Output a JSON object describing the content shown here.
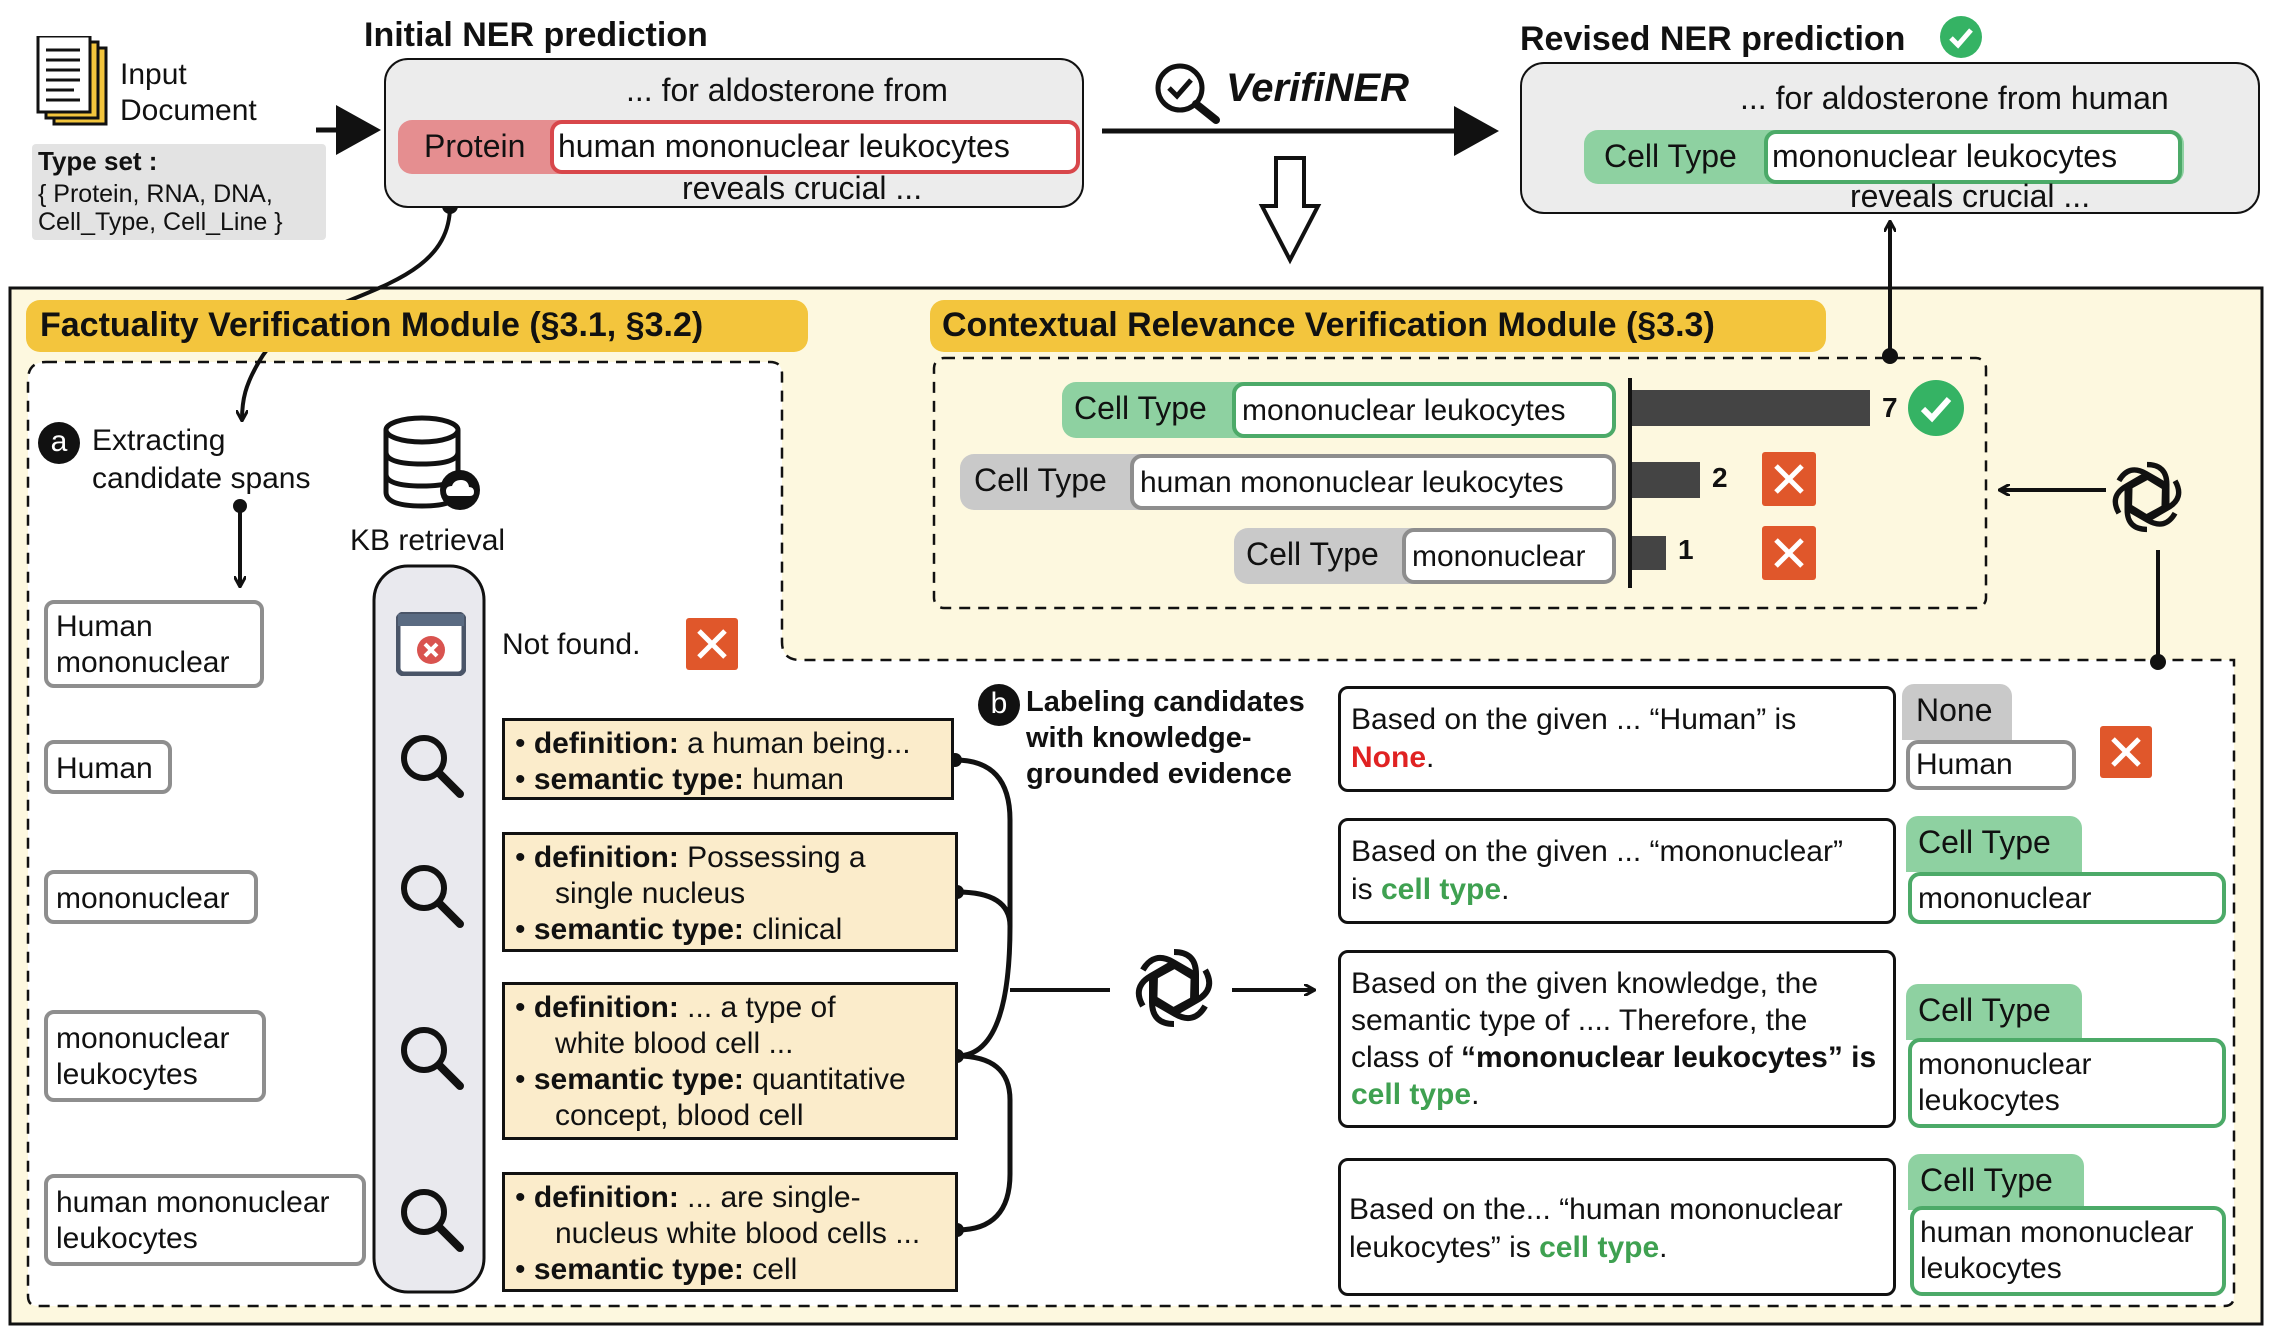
{
  "header": {
    "input_doc_line1": "Input",
    "input_doc_line2": "Document",
    "typeset_label": "Type set :",
    "typeset_line1": "{ Protein, RNA, DNA,",
    "typeset_line2": "Cell_Type, Cell_Line }",
    "initial_title": "Initial NER prediction",
    "initial_pre": "... for aldosterone from",
    "initial_tag": "Protein",
    "initial_span": "human mononuclear  leukocytes",
    "initial_post": "reveals crucial ...",
    "verifiner": "VerifiNER",
    "revised_title": "Revised NER prediction",
    "revised_pre": "... for aldosterone from human",
    "revised_tag": "Cell Type",
    "revised_span": "mononuclear  leukocytes",
    "revised_post": "reveals crucial ..."
  },
  "factuality": {
    "title": "Factuality Verification Module (§3.1, §3.2)",
    "step_a_marker": "a",
    "step_a_line1": "Extracting",
    "step_a_line2": "candidate spans",
    "kb_label": "KB retrieval",
    "candidates": [
      [
        "Human",
        "mononuclear"
      ],
      [
        "Human"
      ],
      [
        "mononuclear"
      ],
      [
        "mononuclear",
        "leukocytes"
      ],
      [
        "human mononuclear",
        "leukocytes"
      ]
    ],
    "not_found": "Not found.",
    "kb_cards": [
      [
        {
          "k": "definition:",
          "v": " a human being..."
        },
        {
          "k": "semantic type:",
          "v": " human"
        }
      ],
      [
        {
          "k": "definition:",
          "v": " Possessing a"
        },
        {
          "k": "",
          "v": "single nucleus"
        },
        {
          "k": "semantic type:",
          "v": " clinical"
        }
      ],
      [
        {
          "k": "definition:",
          "v": " ... a type of"
        },
        {
          "k": "",
          "v": "white blood cell ..."
        },
        {
          "k": "semantic type:",
          "v": " quantitative"
        },
        {
          "k": "",
          "v": "concept, blood cell"
        }
      ],
      [
        {
          "k": "definition:",
          "v": " ... are single-"
        },
        {
          "k": "",
          "v": "nucleus white blood cells ..."
        },
        {
          "k": "semantic type:",
          "v": " cell"
        }
      ]
    ]
  },
  "labeling": {
    "step_b_marker": "b",
    "step_b_line1": "Labeling candidates",
    "step_b_line2": "with knowledge-",
    "step_b_line3": "grounded evidence",
    "responses": [
      {
        "l1": "Based on the given ... “Human” is",
        "l2_hl": "None",
        "l2_end": "."
      },
      {
        "l1": "Based on the given ... “mononuclear”",
        "l2_pre": "is ",
        "l2_hl": "cell type",
        "l2_end": "."
      },
      {
        "l1": "Based on the given knowledge, the",
        "l2": "semantic type of .... Therefore, the",
        "l3_pre": "class of ",
        "l3_bold": "“mononuclear leukocytes”",
        "l3_end": " is",
        "l4_hl": "cell type",
        "l4_end": "."
      },
      {
        "l1": "Based on the... “human mononuclear",
        "l2_pre": "leukocytes” is ",
        "l2_hl": "cell type",
        "l2_end": "."
      }
    ],
    "labels": [
      {
        "type": "None",
        "span": [
          "Human"
        ]
      },
      {
        "type": "Cell Type",
        "span": [
          "mononuclear"
        ]
      },
      {
        "type": "Cell Type",
        "span": [
          "mononuclear",
          "leukocytes"
        ]
      },
      {
        "type": "Cell Type",
        "span": [
          "human mononuclear",
          "leukocytes"
        ]
      }
    ]
  },
  "contextual": {
    "title": "Contextual Relevance Verification Module (§3.3)",
    "rows": [
      {
        "type": "Cell Type",
        "span": "mononuclear leukocytes",
        "votes": 7,
        "verdict": "check"
      },
      {
        "type": "Cell Type",
        "span": "human mononuclear leukocytes",
        "votes": 2,
        "verdict": "x"
      },
      {
        "type": "Cell Type",
        "span": "mononuclear",
        "votes": 1,
        "verdict": "x"
      }
    ]
  },
  "colors": {
    "module_yellow": "#f3c53d",
    "background_yellow": "#fdf8df",
    "correct_green": "#35b364",
    "reject_orange": "#e0572b",
    "error_red": "#d8474b",
    "kb_card": "#fbeccb"
  }
}
